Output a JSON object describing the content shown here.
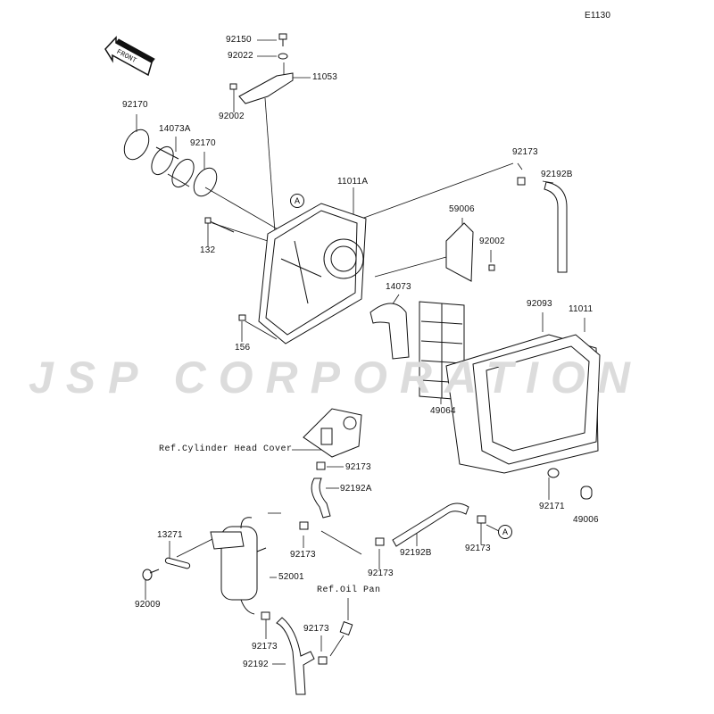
{
  "diagram_code": "E1130",
  "front_arrow": "FRONT",
  "watermark": "JSP CORPORATION",
  "ref_marker": "A",
  "labels": [
    "92150",
    "92022",
    "11053",
    "92002",
    "92170",
    "14073A",
    "92170",
    "11011A",
    "132",
    "92173",
    "92192B",
    "59006",
    "92002",
    "14073",
    "92093",
    "11011",
    "156",
    "49064",
    "Ref.Cylinder Head Cover",
    "92173",
    "92192A",
    "13271",
    "92173",
    "52001",
    "92173",
    "92192B",
    "92173",
    "92009",
    "Ref.Oil Pan",
    "92173",
    "92173",
    "92192",
    "92171",
    "49006"
  ]
}
